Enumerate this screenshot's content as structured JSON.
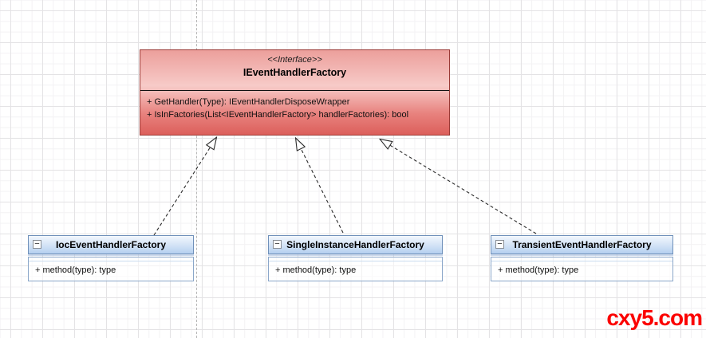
{
  "ui": {
    "collapse_icon": "−"
  },
  "colors": {
    "interface_border": "#9a3a36",
    "interface_fill_top": "#ec9f9b",
    "interface_fill_bottom": "#dc5f5b",
    "class_border": "#6f90ba",
    "class_header_top": "#f2f7fd",
    "class_header_bottom": "#b5d0f0",
    "watermark_color": "#fb0100"
  },
  "interface": {
    "stereotype": "<<Interface>>",
    "name": "IEventHandlerFactory",
    "methods": [
      "+ GetHandler(Type): IEventHandlerDisposeWrapper",
      "+ IsInFactories(List<IEventHandlerFactory> handlerFactories): bool"
    ]
  },
  "classes": [
    {
      "name": "IocEventHandlerFactory",
      "methods": [
        "+ method(type): type"
      ]
    },
    {
      "name": "SingleInstanceHandlerFactory",
      "methods": [
        "+ method(type): type"
      ]
    },
    {
      "name": "TransientEventHandlerFactory",
      "methods": [
        "+ method(type): type"
      ]
    }
  ],
  "relations": [
    {
      "type": "realization",
      "from": "IocEventHandlerFactory",
      "to": "IEventHandlerFactory"
    },
    {
      "type": "realization",
      "from": "SingleInstanceHandlerFactory",
      "to": "IEventHandlerFactory"
    },
    {
      "type": "realization",
      "from": "TransientEventHandlerFactory",
      "to": "IEventHandlerFactory"
    }
  ],
  "watermark": "cxy5.com"
}
